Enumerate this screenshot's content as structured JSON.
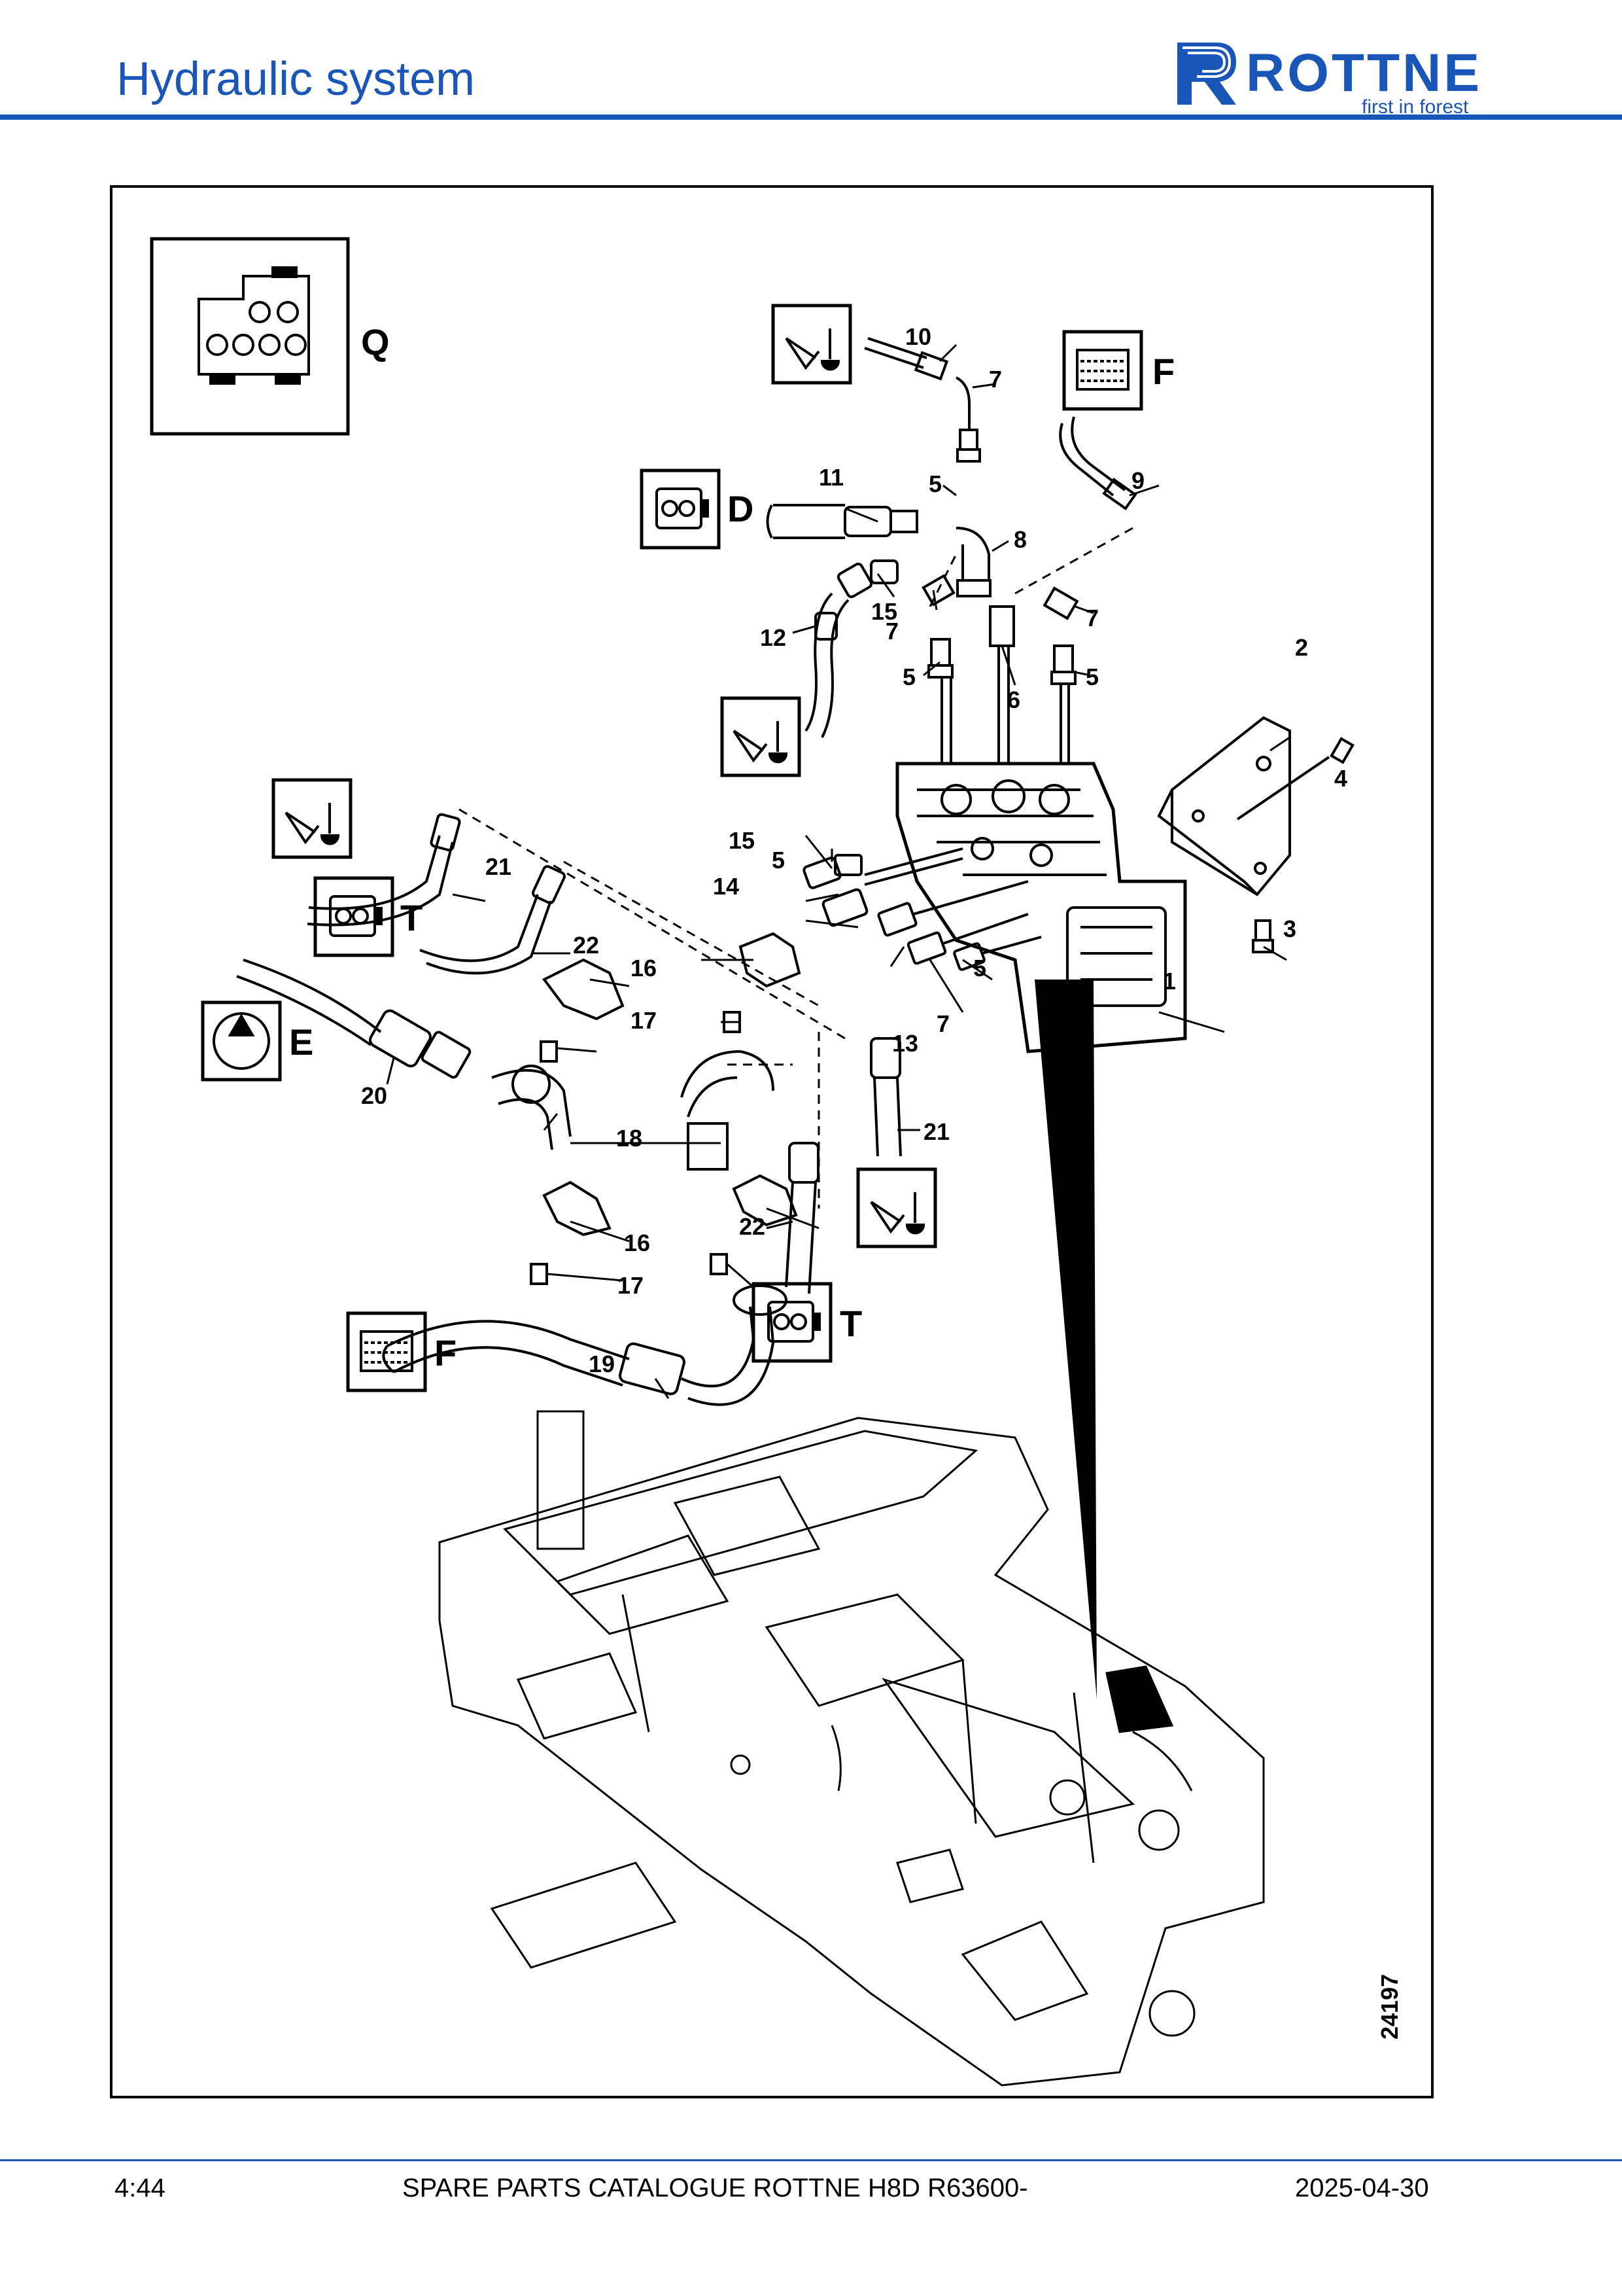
{
  "header": {
    "title": "Hydraulic system",
    "logo_text": "ROTTNE",
    "logo_tagline": "first in forest"
  },
  "figure": {
    "number": "24197",
    "symbol_letters": [
      "Q",
      "F",
      "D",
      "E",
      "T",
      "T",
      "F"
    ],
    "callouts": [
      "1",
      "2",
      "3",
      "4",
      "5",
      "5",
      "5",
      "5",
      "5",
      "5",
      "6",
      "7",
      "7",
      "7",
      "7",
      "8",
      "9",
      "10",
      "11",
      "12",
      "13",
      "14",
      "15",
      "15",
      "16",
      "16",
      "17",
      "17",
      "18",
      "19",
      "20",
      "21",
      "21",
      "22",
      "22"
    ]
  },
  "footer": {
    "page": "4:44",
    "catalogue": "SPARE PARTS CATALOGUE ROTTNE H8D R63600-",
    "date": "2025-04-30"
  },
  "colors": {
    "brand_blue": "#1a56b8"
  }
}
